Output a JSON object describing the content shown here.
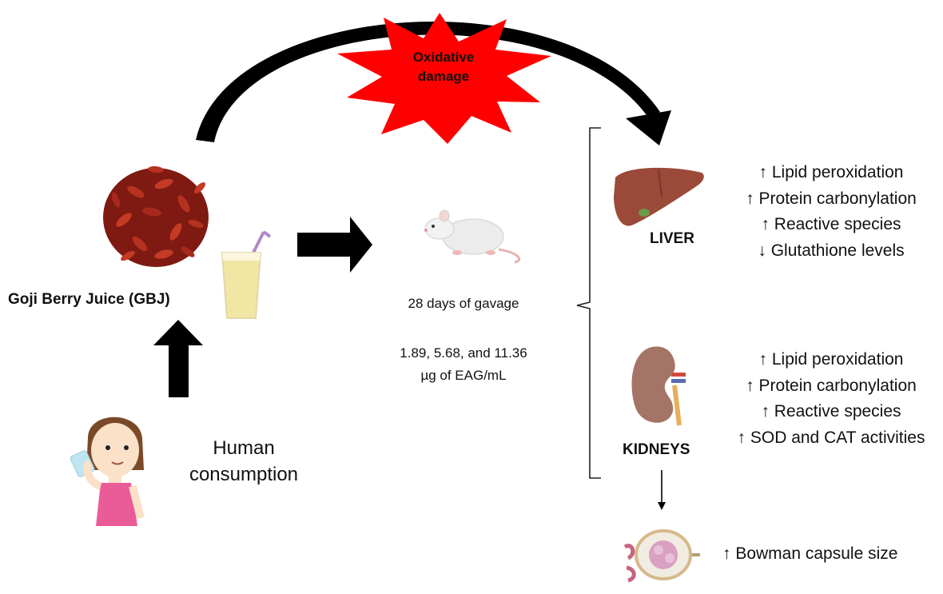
{
  "oxidative_label_line1": "Oxidative",
  "oxidative_label_line2": "damage",
  "gbj_label": "Goji Berry Juice (GBJ)",
  "human_label_line1": "Human",
  "human_label_line2": "consumption",
  "gavage_days": "28 days of gavage",
  "dose_line1": "1.89, 5.68, and 11.36",
  "dose_line2": "µg of EAG/mL",
  "liver": {
    "label": "LIVER",
    "effects": [
      "↑ Lipid peroxidation",
      "↑ Protein carbonylation",
      "↑ Reactive species",
      "↓ Glutathione levels"
    ]
  },
  "kidneys": {
    "label": "KIDNEYS",
    "effects": [
      "↑ Lipid peroxidation",
      "↑ Protein carbonylation",
      "↑ Reactive species",
      "↑ SOD and CAT activities"
    ]
  },
  "bowman_effect": "↑ Bowman capsule size",
  "colors": {
    "starburst": "#ff0000",
    "arrow": "#000000",
    "goji": "#a8291c",
    "juice": "#f2e6a5",
    "liver": "#9b4a3a",
    "kidney": "#a47466",
    "skin": "#fbe1c8",
    "shirt": "#ea5c98"
  },
  "icons": [
    "goji-berries-icon",
    "juice-glass-icon",
    "rat-icon",
    "woman-drinking-icon",
    "liver-icon",
    "kidney-icon",
    "glomerulus-icon"
  ]
}
